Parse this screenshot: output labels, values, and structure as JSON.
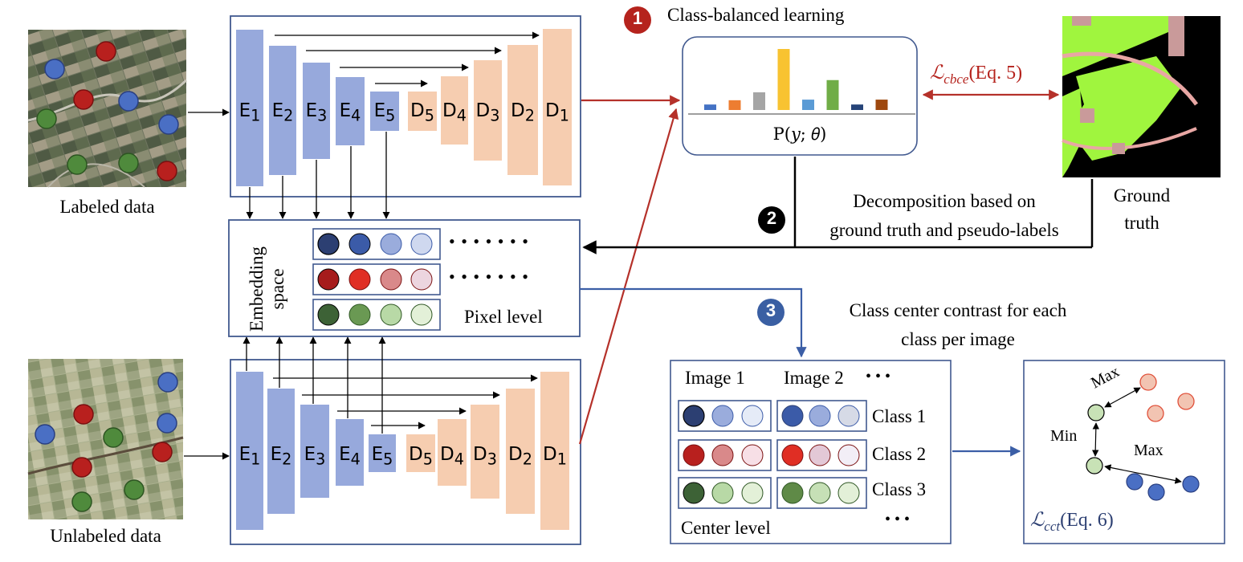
{
  "colors": {
    "encoder": "#97a9dc",
    "decoder": "#f6cdb0",
    "frame": "#41598f",
    "red_arrow": "#b5312a",
    "blue_arrow": "#3b5ea6",
    "step_red": "#b5231d",
    "step_black": "#000000",
    "step_blue": "#3a5fa3",
    "dark_blue": "#2c3f72",
    "mid_blue": "#3b5ba8",
    "light_blue": "#9aacdc",
    "pale_blue": "#cfd8ef",
    "dark_red": "#a61c1c",
    "red": "#d62b22",
    "pink": "#d9898a",
    "pale_pink": "#ecd5df",
    "dark_green": "#3d6236",
    "green": "#6a9953",
    "light_green": "#b8d9a6",
    "pale_green": "#e3f0d8",
    "peach": "#f2c4b2",
    "peach_outline": "#e0503a"
  },
  "labeled_caption": "Labeled data",
  "unlabeled_caption": "Unlabeled data",
  "encoder_labels": [
    "E",
    "E",
    "E",
    "E",
    "E"
  ],
  "encoder_subs": [
    "1",
    "2",
    "3",
    "4",
    "5"
  ],
  "decoder_labels": [
    "D",
    "D",
    "D",
    "D",
    "D"
  ],
  "decoder_subs": [
    "5",
    "4",
    "3",
    "2",
    "1"
  ],
  "embedding": {
    "title_line1": "Embedding",
    "title_line2": "space",
    "pixel_level": "Pixel level",
    "dots": "• • • • • • •"
  },
  "steps": {
    "step1_num": "1",
    "step1_text": "Class-balanced learning",
    "step2_num": "2",
    "step2_line1": "Decomposition based on",
    "step2_line2": "ground truth and pseudo-labels",
    "step3_num": "3",
    "step3_line1": "Class center contrast for each",
    "step3_line2": "class per image"
  },
  "distribution": {
    "label": "P(𝑦; 𝜃)",
    "bars": [
      {
        "value": 0.09,
        "color": "#4472c4"
      },
      {
        "value": 0.16,
        "color": "#ed7d31"
      },
      {
        "value": 0.29,
        "color": "#a5a5a5"
      },
      {
        "value": 1.0,
        "color": "#f8c331"
      },
      {
        "value": 0.17,
        "color": "#5b9bd5"
      },
      {
        "value": 0.49,
        "color": "#70ad47"
      },
      {
        "value": 0.09,
        "color": "#264478"
      },
      {
        "value": 0.17,
        "color": "#9e480e"
      }
    ]
  },
  "loss_cbce": {
    "symbol": "ℒ",
    "sub": "cbce",
    "eq": "(Eq. 5)"
  },
  "loss_cct": {
    "symbol": "ℒ",
    "sub": "cct",
    "eq": "(Eq. 6)"
  },
  "ground_truth": {
    "line1": "Ground",
    "line2": "truth"
  },
  "center": {
    "image1": "Image 1",
    "image2": "Image 2",
    "more": "• • •",
    "class_labels": [
      "Class 1",
      "Class 2",
      "Class 3"
    ],
    "more_classes": "• • •",
    "center_level": "Center level"
  },
  "contrast": {
    "max_top": "Max",
    "min": "Min",
    "max_right": "Max"
  }
}
